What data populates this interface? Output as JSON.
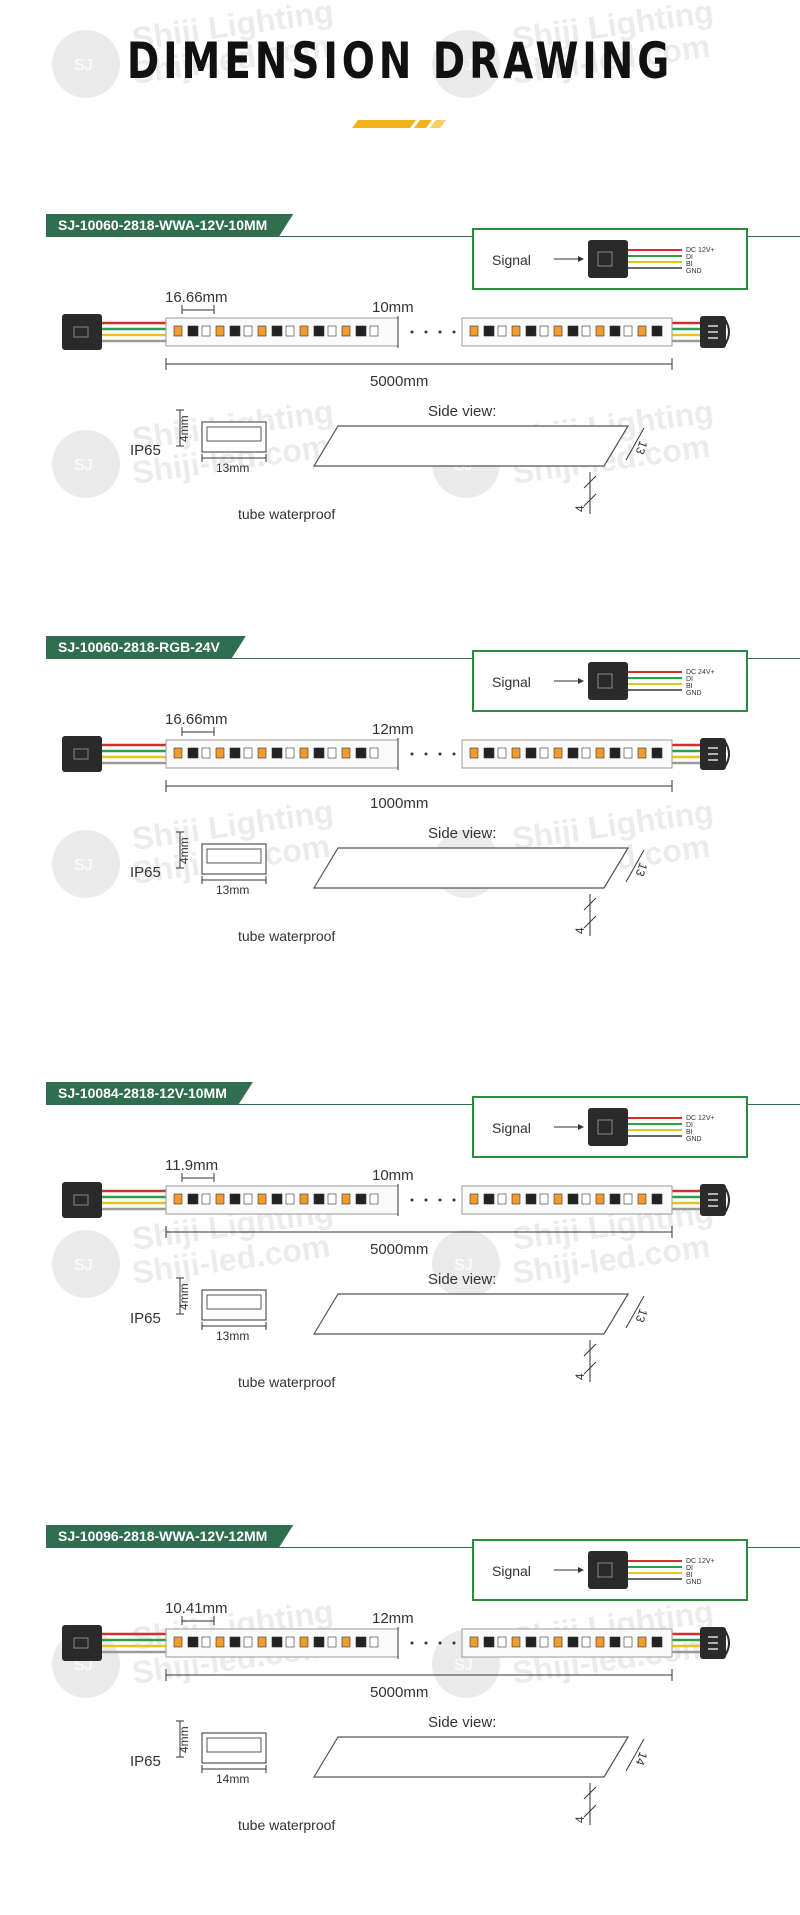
{
  "header": {
    "title": "DIMENSION DRAWING"
  },
  "watermark": {
    "line1": "Shiji Lighting",
    "line2": "Shiji-led.com",
    "logo": "SJ"
  },
  "colors": {
    "banner": "#2f6f4f",
    "signal_border": "#2e8b3e",
    "accent": "#f2b21b",
    "led_amber": "#f29a2e"
  },
  "icons": [
    "connector-plug-icon",
    "arrow-right-icon",
    "watermark-logo-icon"
  ],
  "sections": [
    {
      "model": "SJ-10060-2818-WWA-12V-10MM",
      "signal_label": "Signal",
      "wires": [
        "DC 12V+",
        "DI",
        "BI",
        "GND"
      ],
      "pitch": "16.66mm",
      "width": "10mm",
      "length": "5000mm",
      "ip": "IP65",
      "tube_h": "4mm",
      "tube_w": "13mm",
      "tube_text": "tube  waterproof",
      "side_title": "Side view:",
      "side_h": "4",
      "side_w": "13"
    },
    {
      "model": "SJ-10060-2818-RGB-24V",
      "signal_label": "Signal",
      "wires": [
        "DC 24V+",
        "DI",
        "BI",
        "GND"
      ],
      "pitch": "16.66mm",
      "width": "12mm",
      "length": "1000mm",
      "ip": "IP65",
      "tube_h": "4mm",
      "tube_w": "13mm",
      "tube_text": "tube  waterproof",
      "side_title": "Side view:",
      "side_h": "4",
      "side_w": "13"
    },
    {
      "model": "SJ-10084-2818-12V-10MM",
      "signal_label": "Signal",
      "wires": [
        "DC 12V+",
        "DI",
        "BI",
        "GND"
      ],
      "pitch": "11.9mm",
      "width": "10mm",
      "length": "5000mm",
      "ip": "IP65",
      "tube_h": "4mm",
      "tube_w": "13mm",
      "tube_text": "tube  waterproof",
      "side_title": "Side view:",
      "side_h": "4",
      "side_w": "13"
    },
    {
      "model": "SJ-10096-2818-WWA-12V-12MM",
      "signal_label": "Signal",
      "wires": [
        "DC 12V+",
        "DI",
        "BI",
        "GND"
      ],
      "pitch": "10.41mm",
      "width": "12mm",
      "length": "5000mm",
      "ip": "IP65",
      "tube_h": "4mm",
      "tube_w": "14mm",
      "tube_text": "tube  waterproof",
      "side_title": "Side view:",
      "side_h": "4",
      "side_w": "14"
    }
  ]
}
